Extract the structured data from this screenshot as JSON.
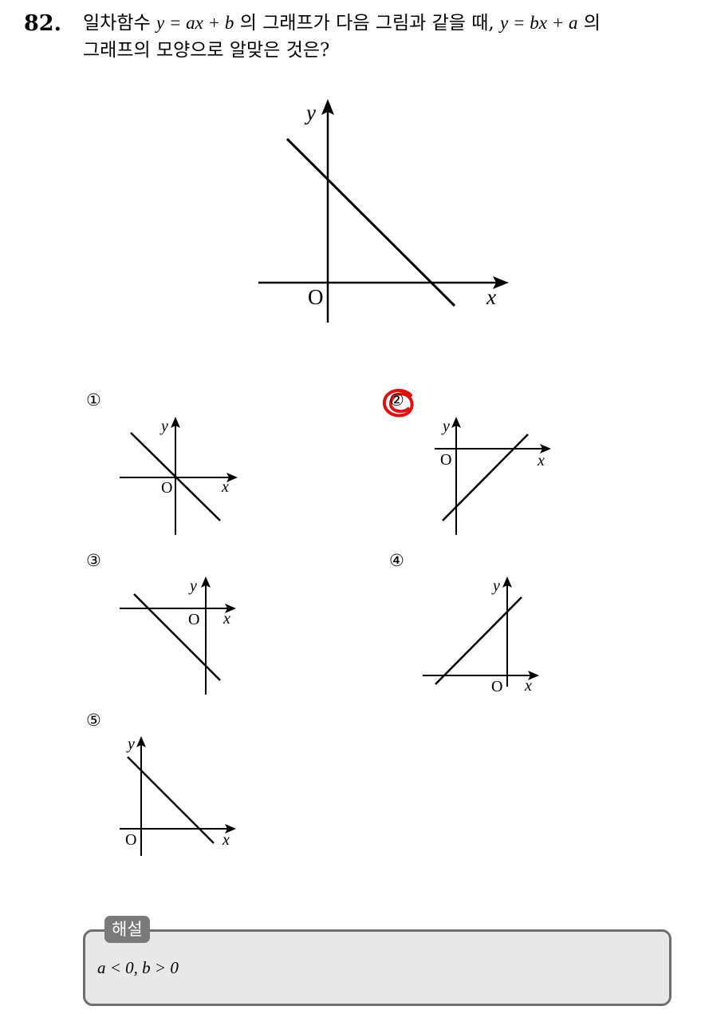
{
  "question": {
    "number": "82.",
    "line1": {
      "p1": "일차함수 ",
      "m1": "y = ax + b",
      "p2": " 의 그래프가 다음 그림과 같을 때, ",
      "m2": "y = bx + a",
      "p3": " 의"
    },
    "line2": "그래프의 모양으로 알맞은 것은?"
  },
  "axis_labels": {
    "x": "x",
    "y": "y",
    "origin": "O"
  },
  "choices": [
    {
      "label": "①",
      "selected": false
    },
    {
      "label": "②",
      "selected": true
    },
    {
      "label": "③",
      "selected": false
    },
    {
      "label": "④",
      "selected": false
    },
    {
      "label": "⑤",
      "selected": false
    }
  ],
  "mark_color": "#e01010",
  "explanation": {
    "tab": "해설",
    "text": "a < 0,  b > 0"
  }
}
